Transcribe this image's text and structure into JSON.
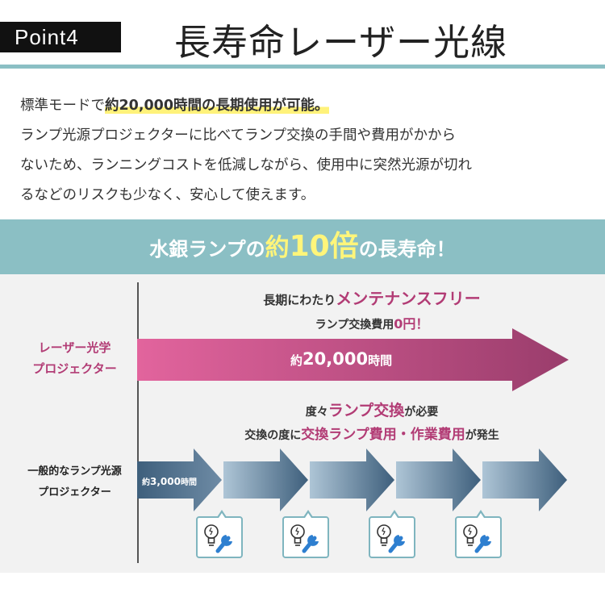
{
  "header": {
    "badge": "Point4",
    "title": "長寿命レーザー光線"
  },
  "description": {
    "line1_prefix": "標準モードで",
    "line1_highlight": "約20,000時間の長期使用が可能。",
    "line2": "ランプ光源プロジェクターに比べてランプ交換の手間や費用がかから",
    "line3": "ないため、ランニングコストを低減しながら、使用中に突然光源が切れ",
    "line4": "るなどのリスクも少なく、安心して使えます。"
  },
  "banner": {
    "part1": "水銀ランプの",
    "part2": "約",
    "part3": "10倍",
    "part4": "の長寿命！"
  },
  "laser": {
    "label_line1": "レーザー光学",
    "label_line2": "プロジェクター",
    "note1_prefix": "長期にわたり",
    "note1_accent": "メンテナンスフリー",
    "note2_prefix": "ランプ交換費用",
    "note2_accent": "0円！",
    "arrow_prefix": "約",
    "arrow_value": "20,000",
    "arrow_suffix": "時間",
    "arrow_color_start": "#e2649d",
    "arrow_color_end": "#9a3d6c"
  },
  "lamp": {
    "label_line1": "一般的なランプ光源",
    "label_line2": "プロジェクター",
    "note3_prefix": "度々",
    "note3_accent": "ランプ交換",
    "note3_suffix": "が必要",
    "note4_prefix": "交換の度に",
    "note4_accent": "交換ランプ費用・作業費用",
    "note4_suffix": "が発生",
    "arrow_prefix": "約",
    "arrow_value": "3,000",
    "arrow_suffix": "時間",
    "arrow_color_start": "#3e5f7c",
    "arrow_color_end": "#aec5d6",
    "icons": [
      "bulb-wrench-icon",
      "bulb-wrench-icon",
      "bulb-wrench-icon",
      "bulb-wrench-icon"
    ]
  },
  "colors": {
    "accent_teal": "#8bbfc4",
    "accent_pink": "#b23c75",
    "highlight_yellow": "#fff27a"
  }
}
